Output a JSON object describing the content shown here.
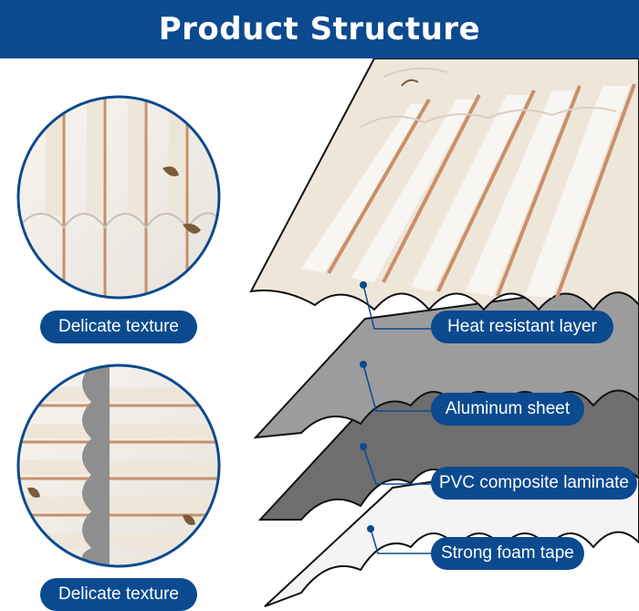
{
  "header": {
    "title": "Product Structure"
  },
  "callouts": {
    "left_top": "Delicate texture",
    "left_bottom": "Delicate texture",
    "layer_1": "Heat resistant layer",
    "layer_2": "Aluminum sheet",
    "layer_3": "PVC composite laminate",
    "layer_4": "Strong foam tape"
  },
  "colors": {
    "header_bg": "#0b4a8f",
    "pill_bg": "#0b4a8f",
    "layer_top": "#efe6da",
    "layer_aluminum": "#9a9a9a",
    "layer_pvc": "#6e6e6e",
    "layer_foam": "#f2f2f2",
    "copper": "#c98f6b"
  }
}
